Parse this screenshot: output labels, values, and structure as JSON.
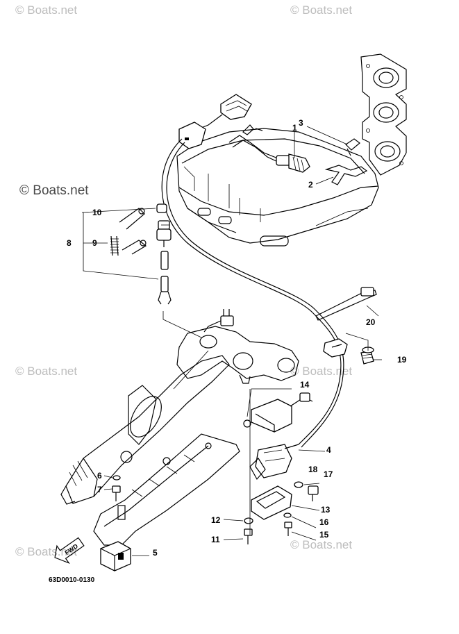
{
  "diagram_code": "63D0010-0130",
  "direction_label": "FWD",
  "watermarks": {
    "primary": "© Boats.net",
    "repeated": "© Boats.net"
  },
  "callouts": [
    "1",
    "2",
    "3",
    "4",
    "5",
    "6",
    "7",
    "8",
    "9",
    "10",
    "11",
    "12",
    "13",
    "14",
    "15",
    "16",
    "17",
    "18",
    "19",
    "20"
  ]
}
